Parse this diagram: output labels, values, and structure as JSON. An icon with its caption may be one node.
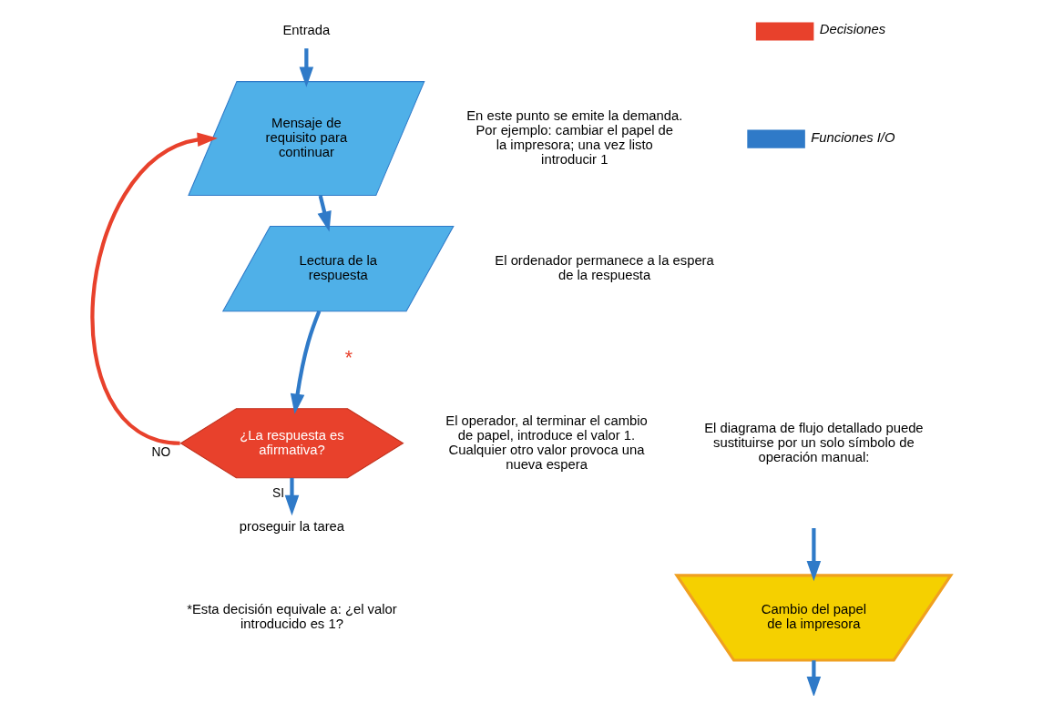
{
  "diagram": {
    "nodes": [
      {
        "text": [
          "Entrada"
        ]
      },
      {
        "text": [
          "Mensaje de requisito para continuar"
        ],
        "beside": [
          "En este punto se emite la demanda. Por ejemplo: cambiar el papel de la impresora; una vez listo introducir 1"
        ]
      },
      {
        "text": [
          "Lectura de la respuesta"
        ],
        "beside": [
          "El ordenador permanece a la espera de la respuesta"
        ]
      },
      {
        "text": [
          "¿La respuesta es afirmativa?"
        ],
        "beside": [
          "El operador, al terminar el cambio de papel, introduce el valor 1. Cualquier otro valor provoca una nueva espera"
        ]
      },
      {
        "text": [
          "proseguir la tarea"
        ]
      },
      {
        "text": [
          "Cambio del papel de la impresora"
        ]
      }
    ],
    "edges": [
      {
        "from": 0,
        "to": 1,
        "arrow": "to"
      },
      {
        "from": 1,
        "to": 2,
        "arrow": "to"
      },
      {
        "from": 2,
        "to": 3,
        "arrow": "to"
      },
      {
        "from": 3,
        "to": 4,
        "arrow": "to",
        "label": "SI"
      },
      {
        "from": 3,
        "to": 1,
        "arrow": "to",
        "label": "NO",
        "color": "#e8412c"
      },
      {
        "from": null,
        "to": 5,
        "arrow": "to"
      },
      {
        "from": 5,
        "to": null,
        "arrow": "to"
      }
    ],
    "labels": [
      "*",
      "El diagrama de flujo detallado puede sustituirse por un solo símbolo de operación manual:",
      "*Esta decisión equivale a: ¿el valor introducido es 1?"
    ],
    "legend": [
      {
        "text": "Decisiones",
        "color": "#e8412c"
      },
      {
        "text": "Funciones I/O",
        "color": "#2f7ac8"
      }
    ]
  }
}
